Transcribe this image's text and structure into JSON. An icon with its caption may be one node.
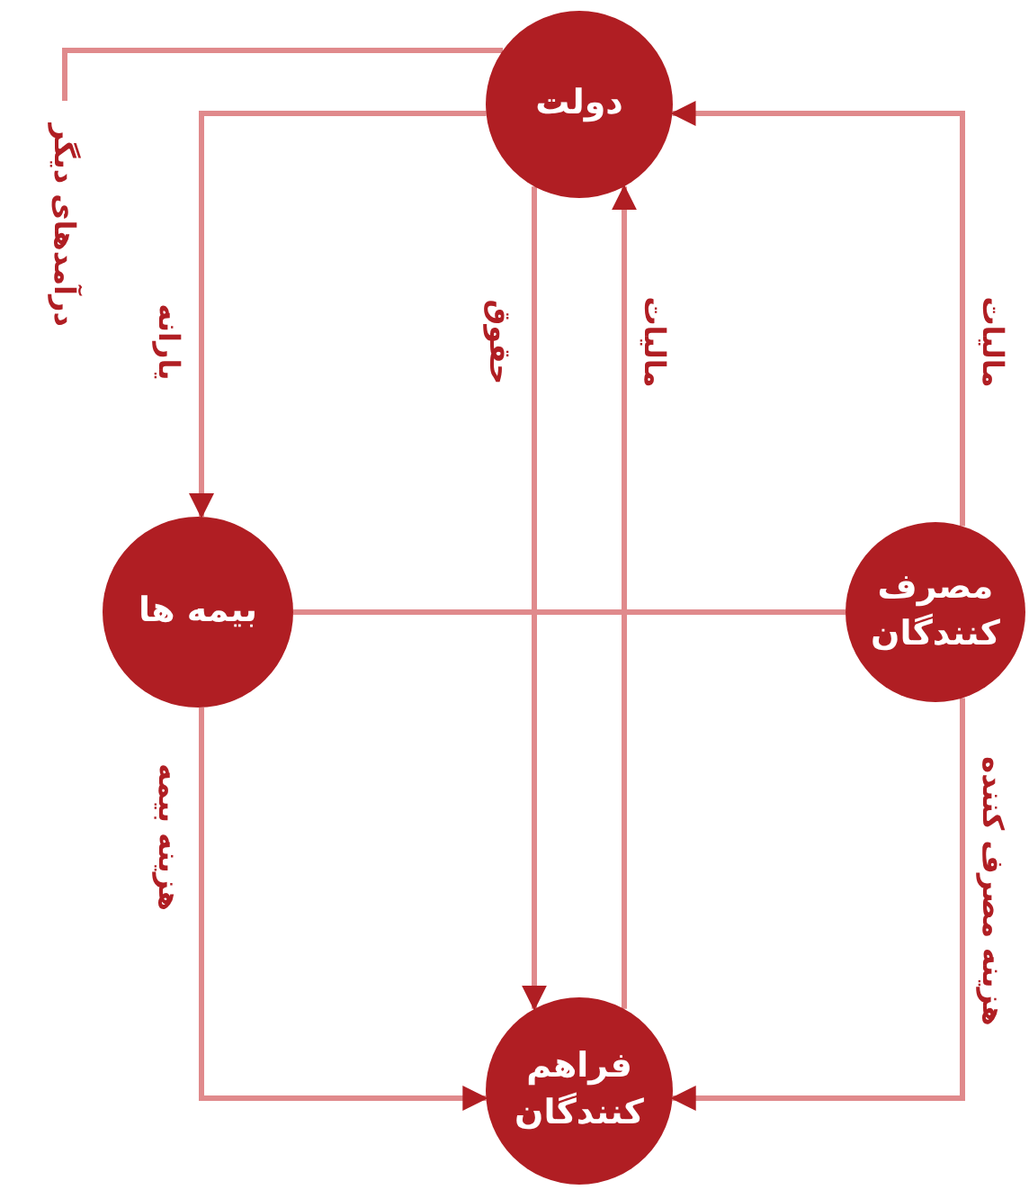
{
  "diagram": {
    "nodes": [
      {
        "text": [
          "دولت"
        ]
      },
      {
        "text": [
          "بیمه ها"
        ]
      },
      {
        "text": [
          "مصرف کنندگان"
        ]
      },
      {
        "text": [
          "فراهم کنندگان"
        ]
      }
    ],
    "edges": [
      {
        "from": 0,
        "to": null,
        "arrow": "none",
        "label": "درآمدهای دیگر"
      },
      {
        "from": 0,
        "to": 1,
        "arrow": "to",
        "label": "یارانه"
      },
      {
        "from": 0,
        "to": 3,
        "arrow": "to",
        "label": "حقوق"
      },
      {
        "from": 3,
        "to": 0,
        "arrow": "to",
        "label": "مالیات"
      },
      {
        "from": 2,
        "to": 0,
        "arrow": "to",
        "label": "مالیات"
      },
      {
        "from": 1,
        "to": 2,
        "arrow": "none"
      },
      {
        "from": 1,
        "to": 3,
        "arrow": "to",
        "label": "هزینه بیمه"
      },
      {
        "from": 2,
        "to": 3,
        "arrow": "to",
        "label": "هزینه مصرف کننده"
      }
    ]
  }
}
